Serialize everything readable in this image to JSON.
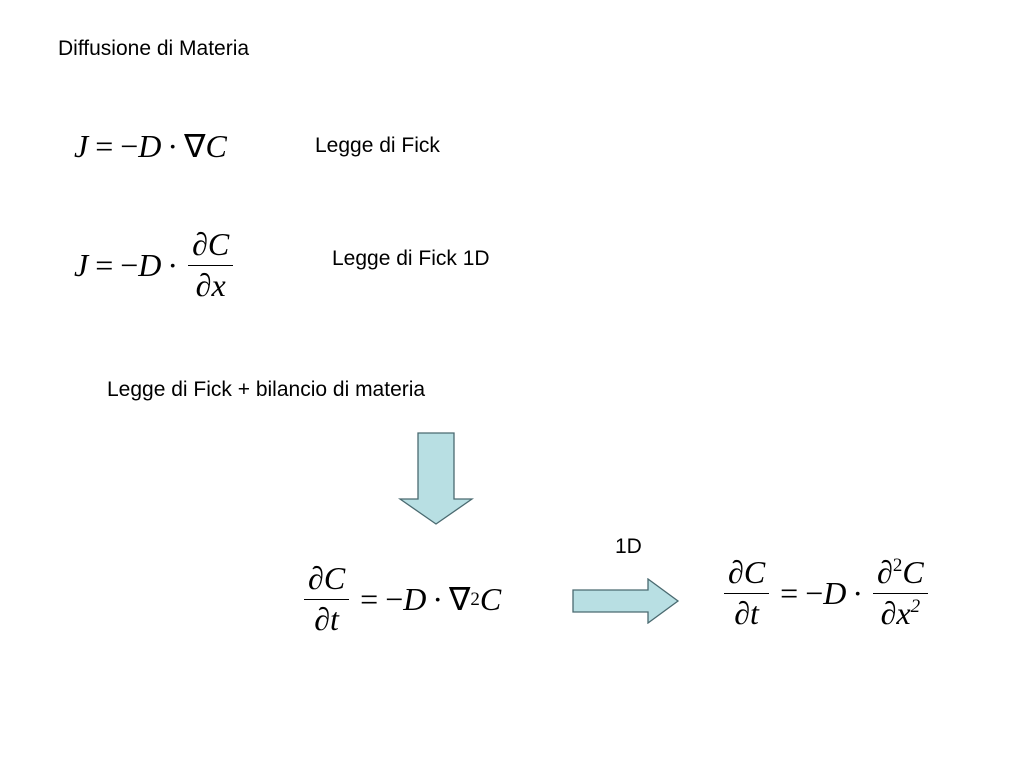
{
  "slide": {
    "title": "Diffusione di Materia",
    "fick_label": "Legge di Fick",
    "fick_1d_label": "Legge di Fick 1D",
    "balance_label": "Legge di Fick + bilancio di materia",
    "one_d_label": "1D"
  },
  "symbols": {
    "J": "J",
    "eq": "=",
    "minus": "−",
    "D": "D",
    "cdot": "·",
    "nabla": "∇",
    "C": "C",
    "partial": "∂",
    "x": "x",
    "t": "t",
    "two": "2"
  },
  "colors": {
    "arrow_fill": "#b8dfe3",
    "arrow_stroke": "#4a6a70",
    "text": "#000000",
    "background": "#ffffff"
  },
  "icons": {
    "down_arrow": "down-arrow-icon",
    "right_arrow": "right-arrow-icon"
  }
}
